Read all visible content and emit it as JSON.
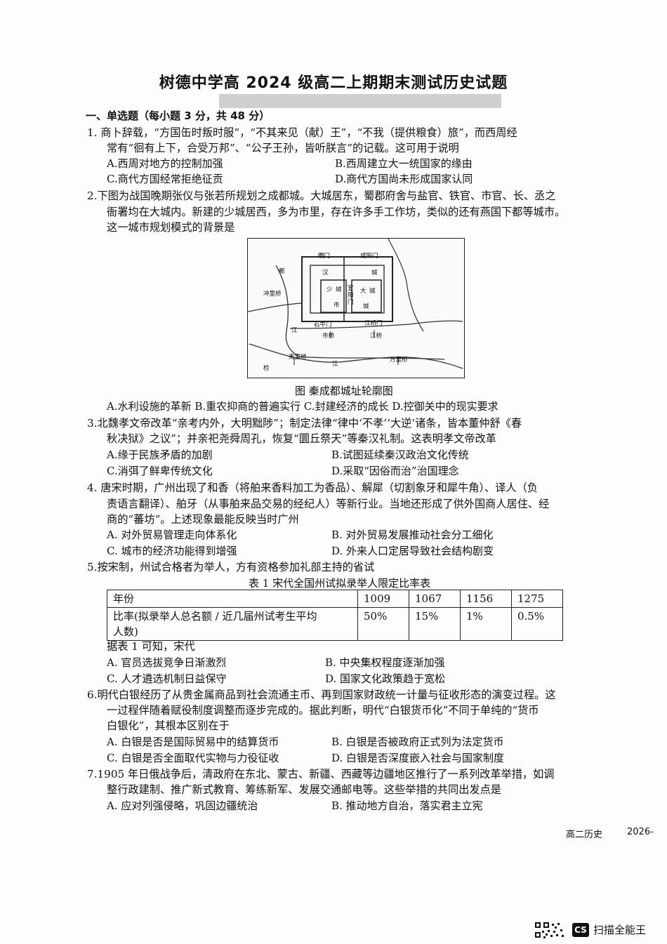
{
  "header": {
    "title": "树德中学高 2024 级高二上期期末测试历史试题",
    "section": "一、单选题（每小题 3 分，共 48 分）"
  },
  "q1": {
    "line1": "1.  商卜辞载，“方国缶时叛时服”，“不其来见（献）王”，“不我（提供粮食）旅”，而西周经",
    "line2": "常有“徊有上下，合受万邦”、“公子王孙，皆听朕言”的记载。这可用于说明",
    "a": "A.西周对地方的控制加强",
    "b": "B.西周建立大一统国家的缘由",
    "c": "C.商代方国经常拒绝征贡",
    "d": "D.商代方国尚未形成国家认同"
  },
  "q2": {
    "line1": "2.下图为战国晚期张仪与张若所规划之成都城。大城居东，蜀郡府舍与盐官、铁官、市官、长、丞之",
    "line2": "衙署均在大城内。新建的少城居西，多为市里，存在许多手工作坊，类似的还有燕国下都等城市。",
    "line3": "这一城市规划模式的背景是",
    "caption": "图    秦成都城址轮廓图",
    "options": "A.水利设施的革新  B.重农抑商的普遍实行  C.封建经济的成长     D.控御关中的现实要求"
  },
  "map": {
    "gate_ne": "咸阳门",
    "gate_nw": "瞯门",
    "left1": "郫",
    "left2": "冲里桥",
    "big_city1": "汉",
    "big_city2": "城",
    "small1": "少",
    "small2": "城",
    "small3": "市",
    "inner_gate1": "宣",
    "inner_gate2": "阳",
    "inner_gate3": "门",
    "big1": "大",
    "big2": "城",
    "big3": "城",
    "gate_sw": "石牛门",
    "gate_se": "江桥门",
    "river1": "江",
    "bridge1": "市桥",
    "bridge2": "江桥",
    "bridge3": "夷里桥",
    "bridge4": "万里桥",
    "river2": "江",
    "river3": "检"
  },
  "q3": {
    "line1": "3.北魏孝文帝改革“亲考内外，大明黜陟”；制定法律“律中‘不孝’‘大逆’诸条，皆本董仲舒《春",
    "line2": "秋决狱》之议”；并亲祀尧舜周孔，恢复“圜丘祭天”等秦汉礼制。这表明孝文帝改革",
    "a": "A.缘于民族矛盾的加剧",
    "b": "B.试图延续秦汉政治文化传统",
    "c": "C.消弭了鲜卑传统文化",
    "d": "D.采取“因俗而治”治国理念"
  },
  "q4": {
    "line1": "4.  唐宋时期，广州出现了和香（将舶来香料加工为香品）、解犀（切割象牙和犀牛角）、译人（负",
    "line2": "责语言翻译）、舶牙（从事舶来品交易的经纪人）等新行业。当地还形成了供外国商人居住、经",
    "line3": "商的“蕃坊”。上述现象最能反映当时广州",
    "a": "A.  对外贸易管理走向体系化",
    "b": "B.  对外贸易发展推动社会分工细化",
    "c": "C.  城市的经济功能得到增强",
    "d": "D.  外来人口定居导致社会结构剧变"
  },
  "q5": {
    "line1": "5.按宋制，州试合格者为举人，方有资格参加礼部主持的省试",
    "table_title": "表 1  宋代全国州试拟录举人限定比率表",
    "row1_head": "年份",
    "years": [
      "1009",
      "1067",
      "1156",
      "1275"
    ],
    "row2_head_a": "比率(拟录举人总名额 / 近几届州试考生平均",
    "row2_head_b": "人数)",
    "rates": [
      "50%",
      "15%",
      "1%",
      "0.5%"
    ],
    "stem": "据表 1 可知，宋代",
    "a": "A.  官员选拔竞争日渐激烈",
    "b": "B.  中央集权程度逐渐加强",
    "c": "C.  人才遴选机制日益保守",
    "d": "D.  国家文化政策趋于宽松"
  },
  "q6": {
    "line1": "6.明代白银经历了从贵金属商品到社会流通主币、再到国家财政统一计量与征收形态的演变过程。这",
    "line2": "一过程伴随着赋役制度调整而逐步完成的。据此判断，明代“白银货币化”不同于单纯的“货币",
    "line3": "白银化”，其根本区别在于",
    "a": "A.  白银是否是国际贸易中的结算货币",
    "b": "B.  白银是否被政府正式列为法定货币",
    "c": "C.  白银是否全面取代实物与力役征收",
    "d": "D.  白银是否深度嵌入社会与国家制度"
  },
  "q7": {
    "line1": "7.1905 年日俄战争后，清政府在东北、蒙古、新疆、西藏等边疆地区推行了一系列改革举措，如调",
    "line2": "整行政建制、推广新式教育、筹练新军、发展交通邮电等。这些举措的共同出发点是",
    "a": "A.  应对列强侵略，巩固边疆统治",
    "b": "B.  推动地方自治，落实君主立宪"
  },
  "footer": {
    "subject": "高二历史",
    "date": "2026-",
    "scanner": "扫描全能王"
  }
}
